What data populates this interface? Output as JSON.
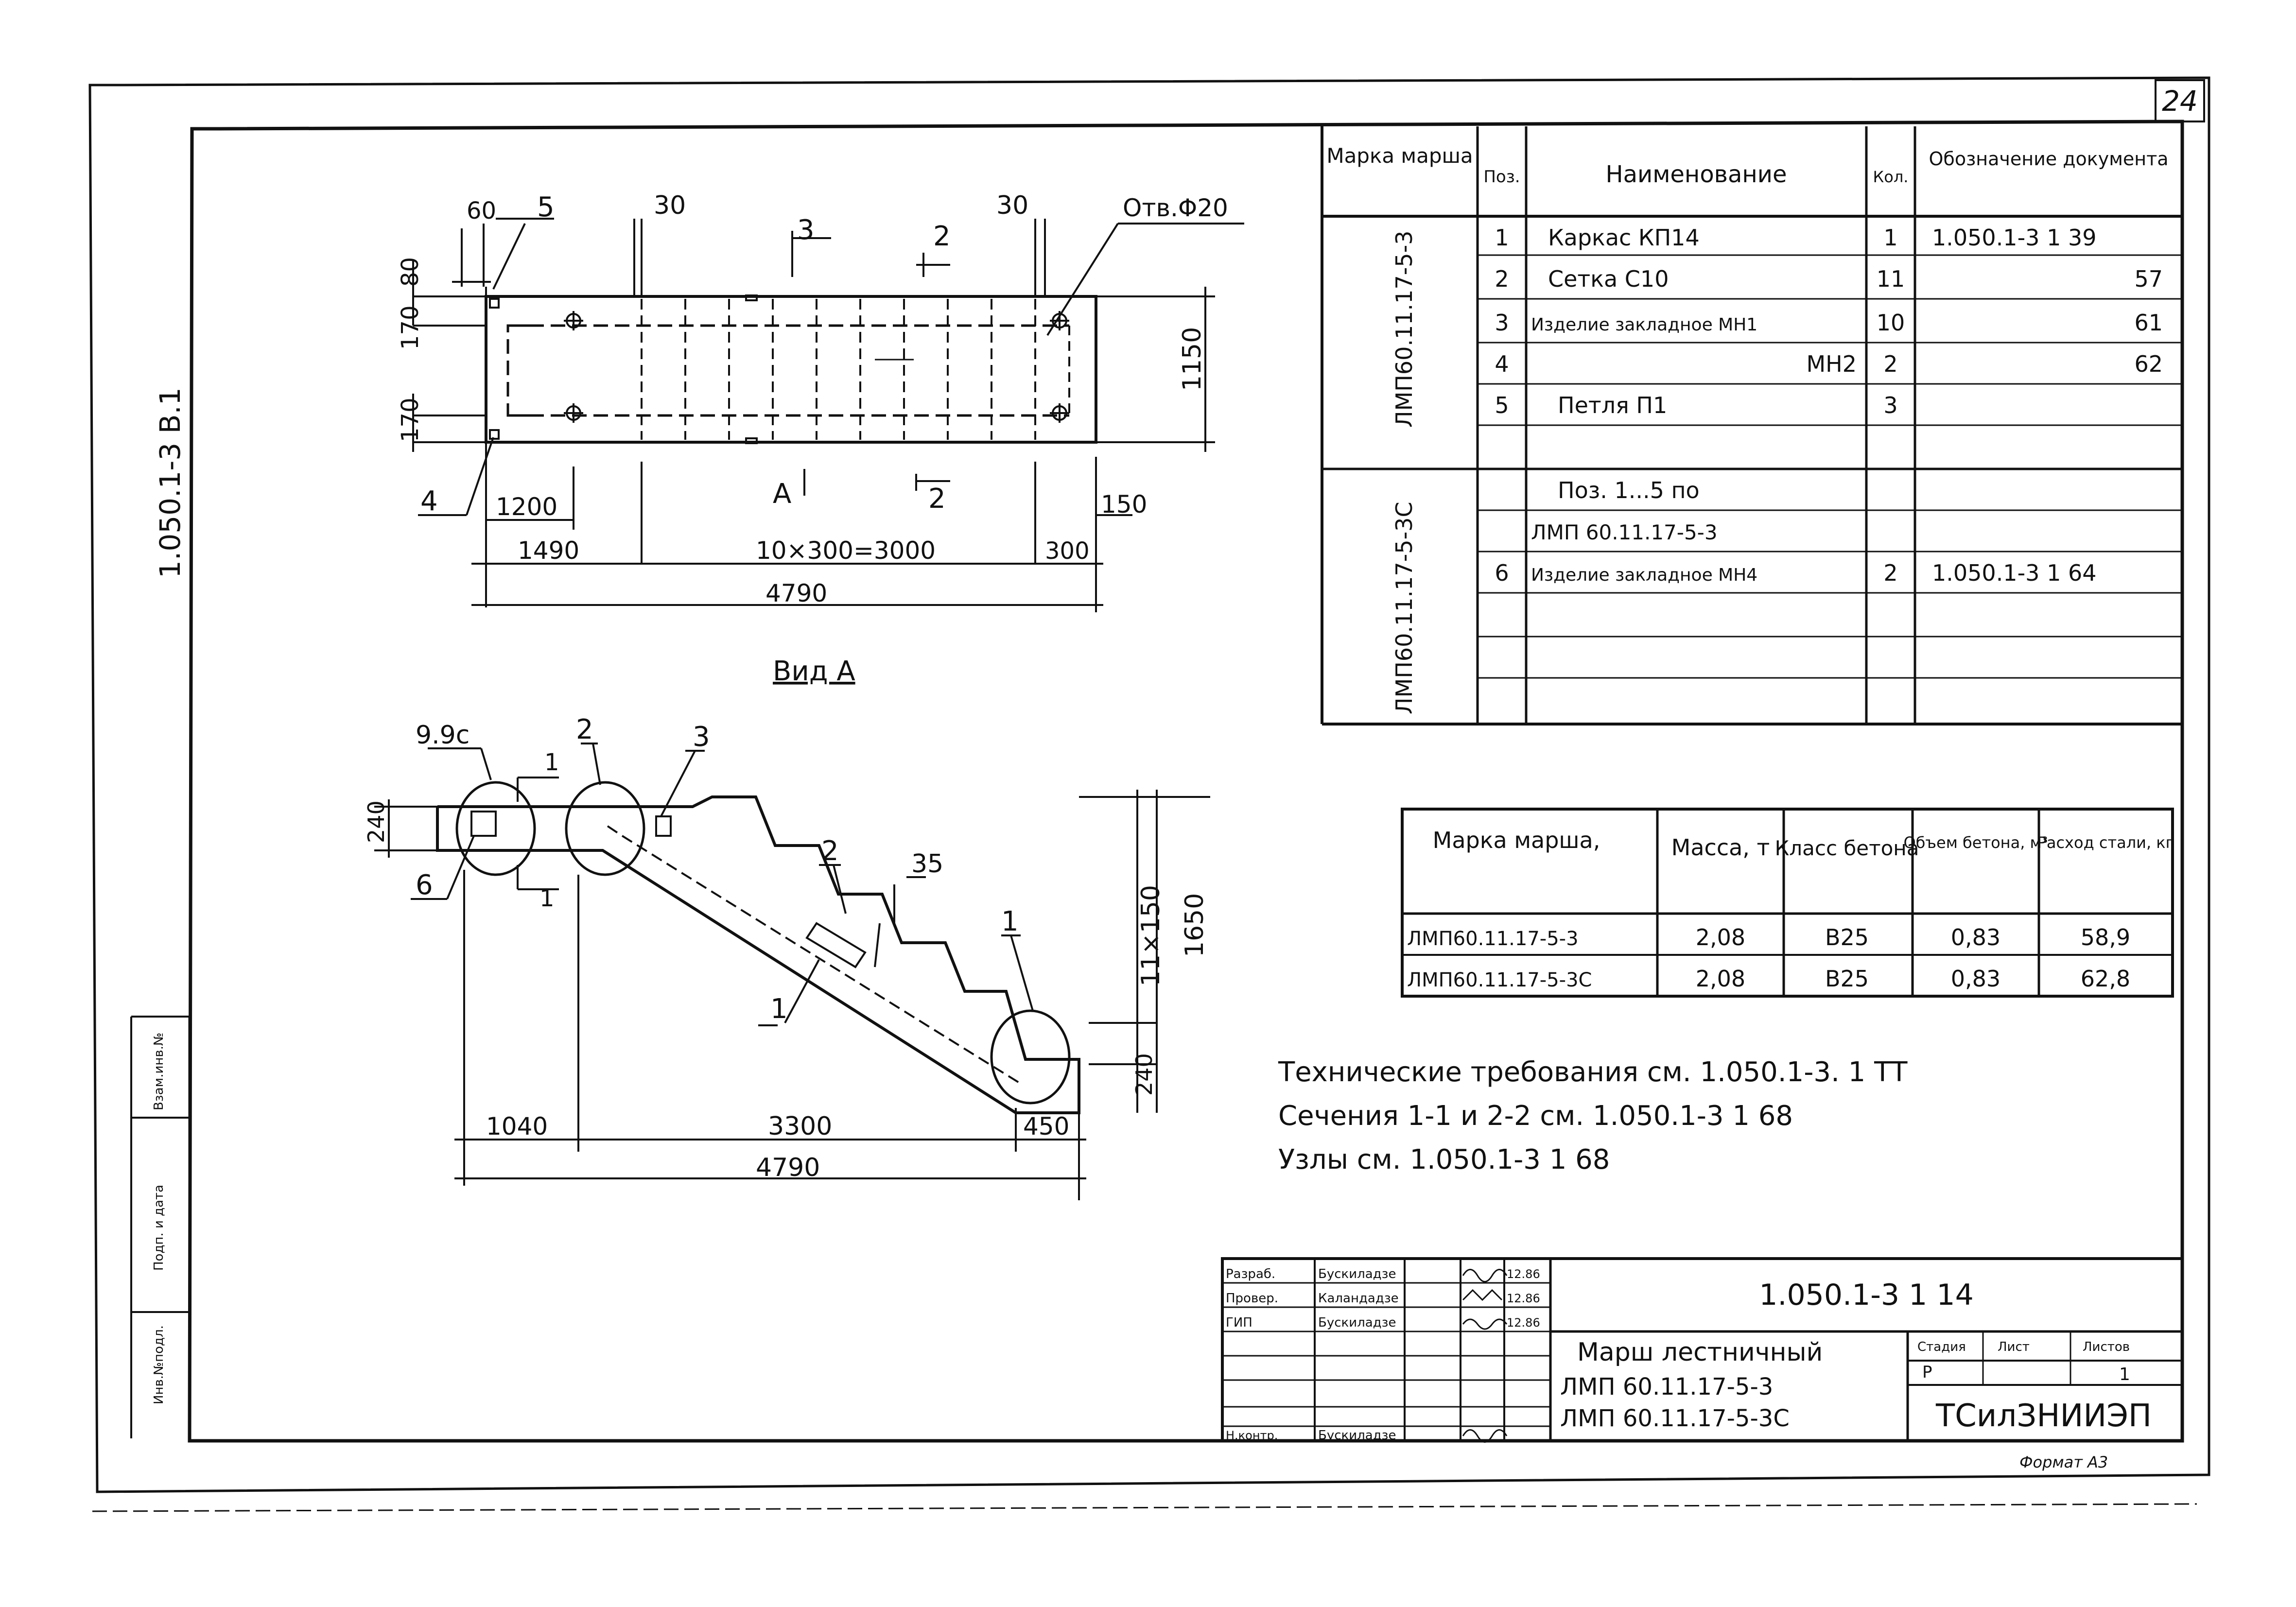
{
  "sheet_number": "24",
  "side_label": "1.050.1-3  В.1",
  "margin_labels": [
    "Инв.№подл.",
    "Подп. и дата",
    "Взам.инв.№"
  ],
  "plan": {
    "dims": {
      "d60": "60",
      "d5": "5",
      "d30a": "30",
      "d3": "3",
      "d2": "2",
      "d30b": "30",
      "hole": "Отв.Φ20",
      "d80": "80",
      "d170a": "170",
      "d170b": "170",
      "d1150": "1150",
      "d4": "4",
      "d1200": "1200",
      "viewA": "А",
      "d2b": "2",
      "d150": "150",
      "d1490": "1490",
      "d10x300": "10×300=3000",
      "d300": "300",
      "d4790": "4790"
    }
  },
  "view_a": {
    "title": "Вид А",
    "dims": {
      "node": "9.9с",
      "n2": "2",
      "n3": "3",
      "cut1": "1",
      "d240a": "240",
      "n6": "6",
      "n2b": "2",
      "d35": "35",
      "n1": "1",
      "n1b": "1",
      "d11x150": "11×150",
      "d1650": "1650",
      "d240b": "240",
      "d1040": "1040",
      "d3300": "3300",
      "d450": "450",
      "d4790": "4790",
      "cut1b": "1"
    }
  },
  "spec_table": {
    "headers": [
      "Марка марша",
      "Поз.",
      "Наименование",
      "Кол.",
      "Обозначение документа"
    ],
    "group1_mark": "ЛМП60.11.17-5-3",
    "group2_mark": "ЛМП60.11.17-5-3С",
    "rows": [
      {
        "pos": "1",
        "name": "Каркас  КП14",
        "qty": "1",
        "doc": "1.050.1-3  1  39"
      },
      {
        "pos": "2",
        "name": "Сетка    С10",
        "qty": "11",
        "doc": "57"
      },
      {
        "pos": "3",
        "name": "Изделие закладное МН1",
        "qty": "10",
        "doc": "61"
      },
      {
        "pos": "4",
        "name": "МН2",
        "qty": "2",
        "doc": "62"
      },
      {
        "pos": "5",
        "name": "Петля  П1",
        "qty": "3",
        "doc": ""
      },
      {
        "pos": "",
        "name": "",
        "qty": "",
        "doc": ""
      },
      {
        "pos": "",
        "name": "Поз. 1...5 по",
        "qty": "",
        "doc": ""
      },
      {
        "pos": "",
        "name": "ЛМП 60.11.17-5-3",
        "qty": "",
        "doc": ""
      },
      {
        "pos": "6",
        "name": "Изделие закладное МН4",
        "qty": "2",
        "doc": "1.050.1-3  1  64"
      },
      {
        "pos": "",
        "name": "",
        "qty": "",
        "doc": ""
      },
      {
        "pos": "",
        "name": "",
        "qty": "",
        "doc": ""
      }
    ]
  },
  "mass_table": {
    "headers": [
      "Марка марша,",
      "Масса, т",
      "Класс бетона",
      "Объем бетона, м³",
      "Расход стали, кг"
    ],
    "rows": [
      [
        "ЛМП60.11.17-5-3",
        "2,08",
        "В25",
        "0,83",
        "58,9"
      ],
      [
        "ЛМП60.11.17-5-3С",
        "2,08",
        "В25",
        "0,83",
        "62,8"
      ]
    ]
  },
  "notes": [
    "Технические требования см. 1.050.1-3. 1 ТТ",
    "Сечения  1-1  и 2-2  см. 1.050.1-3  1  68",
    "Узлы см. 1.050.1-3  1  68"
  ],
  "title_block": {
    "doc_code": "1.050.1-3  1  14",
    "roles": [
      "Разраб.",
      "Провер.",
      "ГИП",
      "",
      "",
      "",
      "Н.контр."
    ],
    "names": [
      "Бускиладзе",
      "Каландадзе",
      "Бускиладзе",
      "",
      "",
      "",
      "Бускиладзе"
    ],
    "dates": [
      "12.86",
      "12.86",
      "12.86",
      "",
      "",
      "",
      ""
    ],
    "title_lines": [
      "Марш лестничный",
      "ЛМП 60.11.17-5-3",
      "ЛМП 60.11.17-5-3С"
    ],
    "stage_label": "Стадия",
    "sheet_label": "Лист",
    "sheets_label": "Листов",
    "stage_value": "Р",
    "sheets_value": "1",
    "org": "ТСилЗНИИЭП"
  },
  "format_label": "Формат А3"
}
